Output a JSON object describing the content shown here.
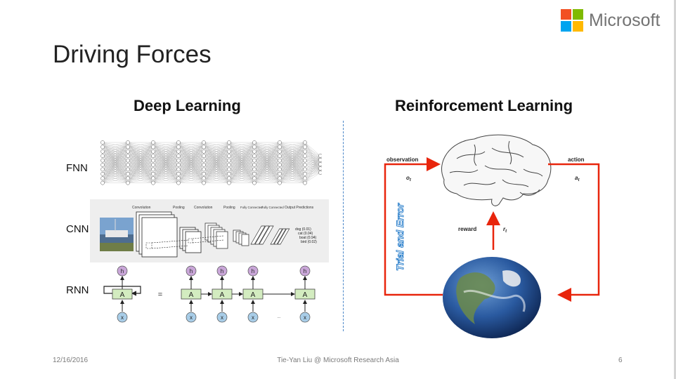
{
  "logo": {
    "text": "Microsoft",
    "colors": [
      "#f25022",
      "#7fba00",
      "#00a4ef",
      "#ffb900"
    ]
  },
  "slide": {
    "title": "Driving Forces"
  },
  "deep_learning": {
    "heading": "Deep Learning",
    "rows": [
      "FNN",
      "CNN",
      "RNN"
    ],
    "cnn_labels": [
      "Convolution",
      "Pooling",
      "Convolution",
      "Pooling",
      "Fully Connected",
      "Fully Connected",
      "Output Predictions"
    ],
    "cnn_predictions": [
      "dog (0.01)",
      "cat (0.04)",
      "boat (0.94)",
      "bird (0.02)"
    ],
    "rnn": {
      "cell": "A",
      "output": "h",
      "input": "x",
      "equals": "=",
      "ellipsis": "..."
    }
  },
  "reinforcement_learning": {
    "heading": "Reinforcement Learning",
    "observation": "observation",
    "observation_symbol": "o",
    "action": "action",
    "action_symbol": "a",
    "reward": "reward",
    "reward_symbol": "r",
    "subscript": "t",
    "loop_label": "Trial and Error",
    "arrow_color": "#e8250c"
  },
  "footer": {
    "date": "12/16/2016",
    "center": "Tie-Yan Liu @ Microsoft Research Asia",
    "page": "6"
  }
}
